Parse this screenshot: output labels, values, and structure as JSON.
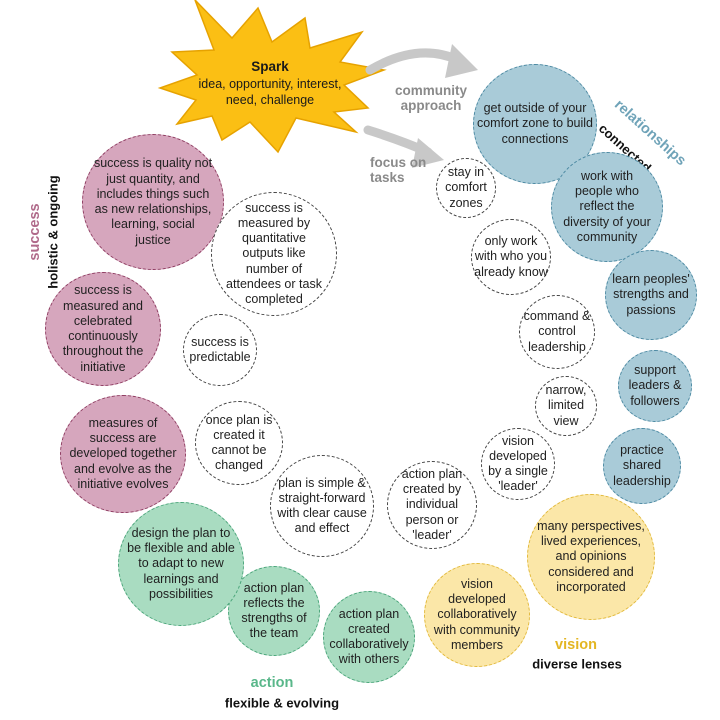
{
  "colors": {
    "relationships": "#a9cbd8",
    "success": "#d6a6bd",
    "action": "#a9dcc1",
    "vision": "#fbe7a8",
    "spark": "#fbbf14",
    "arrow": "#c8c8c8"
  },
  "spark": {
    "title": "Spark",
    "text": "idea, opportunity, interest, need, challenge"
  },
  "paths": {
    "community": "community approach",
    "tasks": "focus on tasks"
  },
  "categories": {
    "relationships": {
      "title": "relationships",
      "subtitle": "connected"
    },
    "success": {
      "title": "success",
      "subtitle": "holistic & ongoing"
    },
    "action": {
      "title": "action",
      "subtitle": "flexible & evolving"
    },
    "vision": {
      "title": "vision",
      "subtitle": "diverse lenses"
    }
  },
  "outer": {
    "rel_1": "get outside of your comfort zone to build connections",
    "rel_2": "work with people who reflect the diversity of your community",
    "rel_3": "learn peoples' strengths and passions",
    "rel_4": "support leaders & followers",
    "rel_5": "practice shared leadership",
    "vis_1": "many perspectives, lived experiences, and opinions considered and incorporated",
    "vis_2": "vision developed collaboratively with community members",
    "act_1": "action plan created collaboratively with others",
    "act_2": "action plan reflects the strengths of the team",
    "act_3": "design the plan to be flexible and able to adapt to new learnings and possibilities",
    "suc_1": "measures of success are developed together and evolve as the initiative evolves",
    "suc_2": "success is measured and celebrated continuously throughout the initiative",
    "suc_3": "success is quality not just quantity, and includes things such as new relationships, learning, social justice"
  },
  "inner": {
    "i1": "stay in comfort zones",
    "i2": "only work with who you already know",
    "i3": "command & control leadership",
    "i4": "narrow, limited view",
    "i5": "vision developed by a single 'leader'",
    "i6": "action plan created by individual person or 'leader'",
    "i7": "plan is simple & straight-forward with clear cause and effect",
    "i8": "once plan is created it cannot be changed",
    "i9": "success is predictable",
    "i10": "success is measured by quantitative outputs like number of attendees or task completed"
  }
}
